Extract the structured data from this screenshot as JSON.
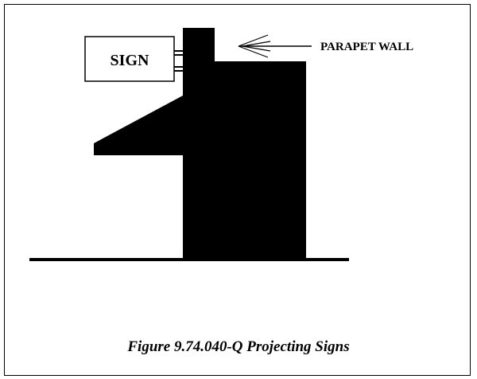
{
  "diagram": {
    "sign_label": "SIGN",
    "callout_label": "PARAPET WALL",
    "caption": "Figure 9.74.040-Q Projecting Signs",
    "colors": {
      "ink": "#000000",
      "paper": "#ffffff"
    }
  }
}
